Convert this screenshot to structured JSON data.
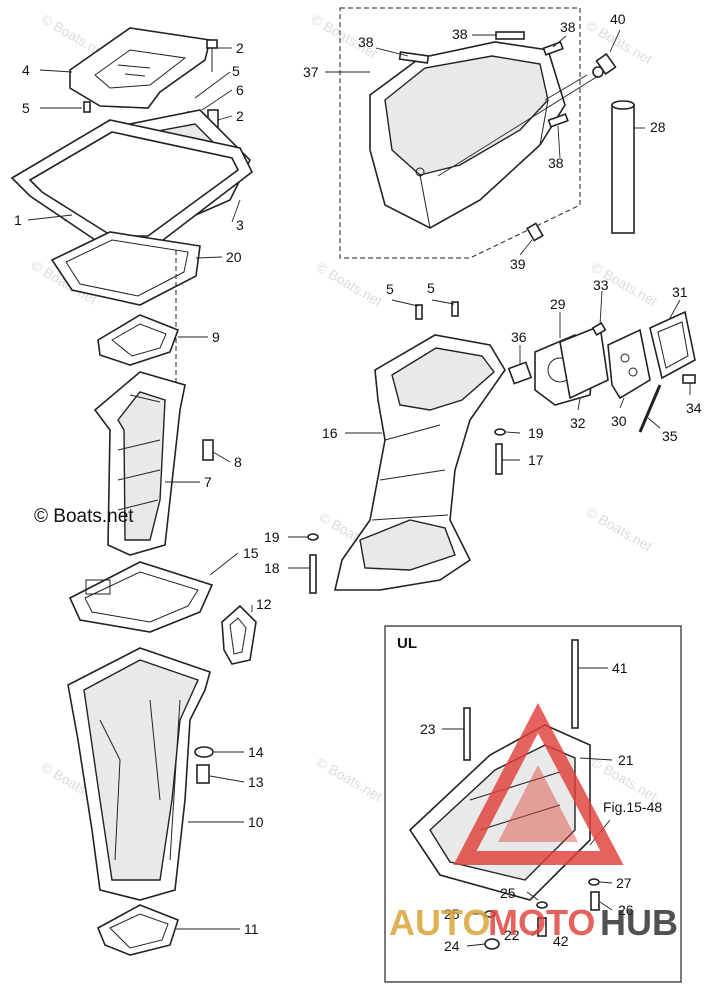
{
  "copyright": "© Boats.net",
  "watermark": "© Boats.net",
  "inset_label": "UL",
  "figure_ref": "Fig.15-48",
  "logo": {
    "text_a": "AUTO",
    "text_b": "MOTO",
    "text_c": "HUB",
    "accent": "#e0403a",
    "gold": "#d9a132",
    "dark": "#2b2b2b"
  },
  "callouts": {
    "c1": "1",
    "c2a": "2",
    "c2b": "2",
    "c3": "3",
    "c4": "4",
    "c5a": "5",
    "c5b": "5",
    "c5c": "5",
    "c5d": "5",
    "c6": "6",
    "c7": "7",
    "c8": "8",
    "c9": "9",
    "c10": "10",
    "c11": "11",
    "c12": "12",
    "c13": "13",
    "c14": "14",
    "c15": "15",
    "c16": "16",
    "c17": "17",
    "c18": "18",
    "c19a": "19",
    "c19b": "19",
    "c20": "20",
    "c21": "21",
    "c22": "22",
    "c23": "23",
    "c24": "24",
    "c25a": "25",
    "c25b": "25",
    "c26": "26",
    "c27": "27",
    "c28": "28",
    "c29": "29",
    "c30": "30",
    "c31": "31",
    "c32": "32",
    "c33": "33",
    "c34": "34",
    "c35": "35",
    "c36": "36",
    "c37": "37",
    "c38a": "38",
    "c38b": "38",
    "c38c": "38",
    "c38d": "38",
    "c39": "39",
    "c40": "40",
    "c41": "41",
    "c42": "42"
  }
}
